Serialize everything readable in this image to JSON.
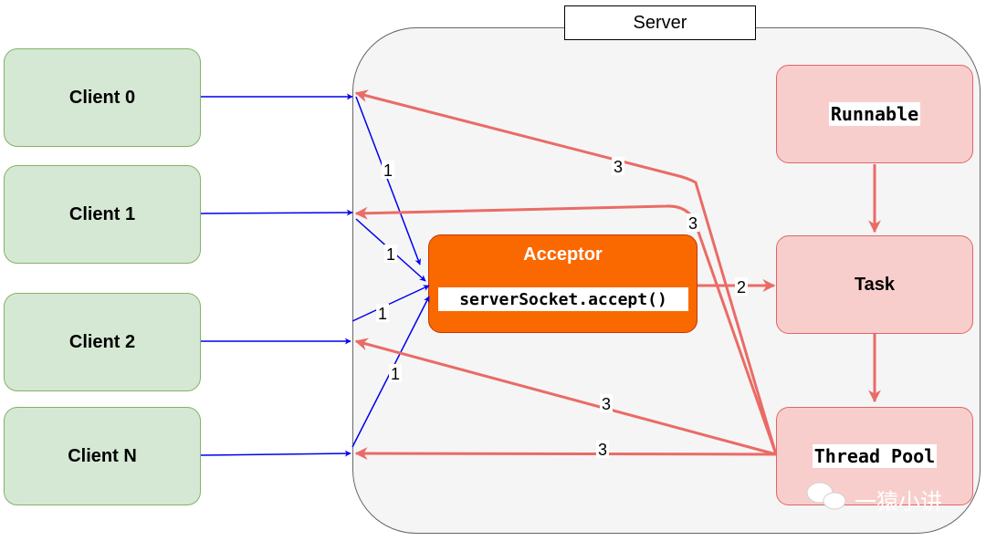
{
  "server": {
    "label": "Server"
  },
  "clients": [
    {
      "label": "Client 0"
    },
    {
      "label": "Client 1"
    },
    {
      "label": "Client 2"
    },
    {
      "label": "Client N"
    }
  ],
  "acceptor": {
    "title": "Acceptor",
    "call": "serverSocket.accept()"
  },
  "runnable": {
    "label": "Runnable"
  },
  "task": {
    "label": "Task"
  },
  "thread_pool": {
    "label": "Thread Pool"
  },
  "edges": {
    "step1": "1",
    "step2": "2",
    "step3": "3"
  },
  "watermark": {
    "text": "一猿小讲"
  },
  "colors": {
    "blue_arrow": "#0000ee",
    "red_arrow": "#ea6b66",
    "client_fill": "#d5e8d4",
    "client_border": "#82b366",
    "acceptor_fill": "#fa6800",
    "pink_fill": "#f8cecc",
    "server_fill": "#f5f5f5"
  }
}
